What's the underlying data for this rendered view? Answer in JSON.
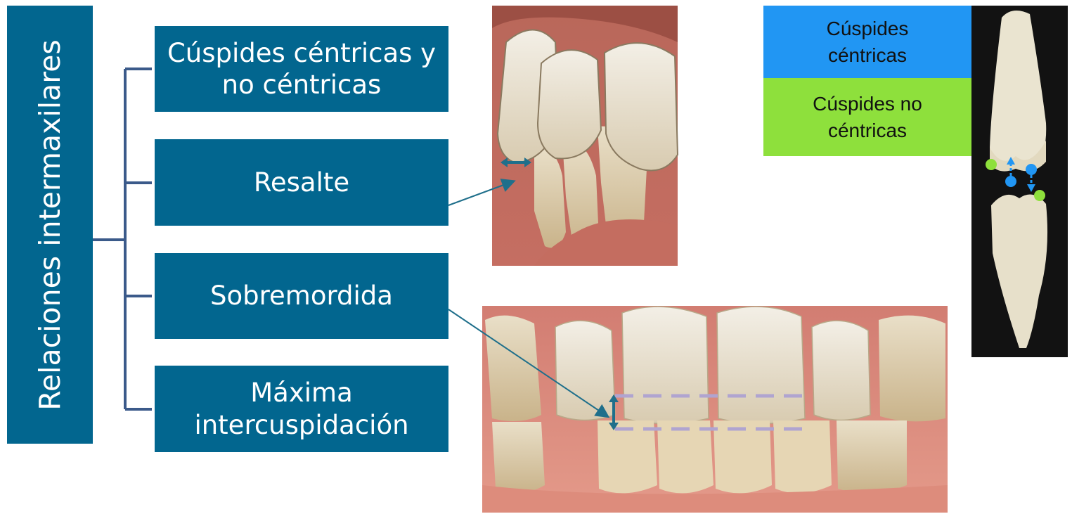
{
  "title": "Relaciones intermaxilares",
  "branches": [
    "Cúspides céntricas y no céntricas",
    "Resalte",
    "Sobremordida",
    "Máxima intercuspidación"
  ],
  "legend": {
    "centric": {
      "label": "Cúspides céntricas",
      "color": "#2196f3"
    },
    "non_centric": {
      "label": "Cúspides no céntricas",
      "color": "#8ee03c"
    }
  },
  "colors": {
    "box": "#02668f",
    "connector": "#3b5a8a",
    "dashed_guides": "#b0a4d0"
  },
  "photos": [
    "teeth-side-view-photo",
    "teeth-front-view-photo",
    "extracted-teeth-photo"
  ]
}
